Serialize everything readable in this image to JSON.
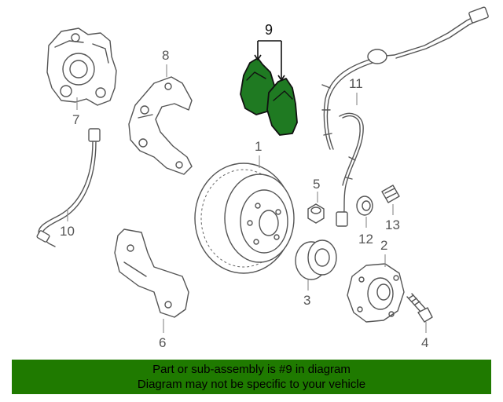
{
  "diagram": {
    "highlight_part": "9",
    "callouts": {
      "c1": "1",
      "c2": "2",
      "c3": "3",
      "c4": "4",
      "c5": "5",
      "c6": "6",
      "c7": "7",
      "c8": "8",
      "c9": "9",
      "c10": "10",
      "c11": "11",
      "c12": "12",
      "c13": "13"
    },
    "colors": {
      "highlight": "#1f7a22",
      "banner": "#1f7a00",
      "line": "#555555"
    }
  },
  "banner": {
    "line1": "Part or sub-assembly is #9 in diagram",
    "line2": "Diagram may not be specific to your vehicle"
  }
}
